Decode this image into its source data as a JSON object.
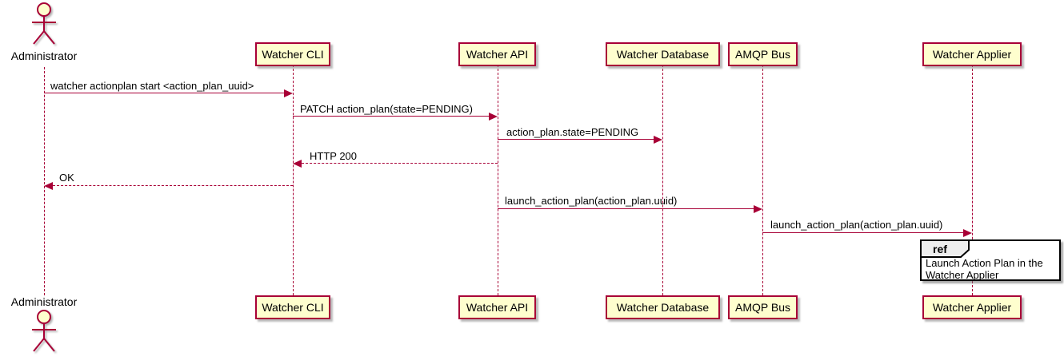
{
  "diagram": {
    "type": "plantuml-sequence",
    "colors": {
      "participant_fill": "#FEFECE",
      "participant_border": "#A80036",
      "arrow": "#A80036",
      "lifeline": "#A80036",
      "text": "#000000",
      "ref_border": "#000000",
      "ref_tab_fill": "#EEEEEE",
      "background": "#FFFFFF"
    },
    "actor": {
      "name": "Administrator"
    },
    "participants": [
      {
        "name": "Watcher CLI"
      },
      {
        "name": "Watcher API"
      },
      {
        "name": "Watcher Database"
      },
      {
        "name": "AMQP Bus"
      },
      {
        "name": "Watcher Applier"
      }
    ],
    "messages": [
      {
        "from": "Administrator",
        "to": "Watcher CLI",
        "style": "solid",
        "label": "watcher actionplan start <action_plan_uuid>"
      },
      {
        "from": "Watcher CLI",
        "to": "Watcher API",
        "style": "solid",
        "label": "PATCH action_plan(state=PENDING)"
      },
      {
        "from": "Watcher API",
        "to": "Watcher Database",
        "style": "solid",
        "label": "action_plan.state=PENDING"
      },
      {
        "from": "Watcher API",
        "to": "Watcher CLI",
        "style": "dashed",
        "label": "HTTP 200"
      },
      {
        "from": "Watcher CLI",
        "to": "Administrator",
        "style": "dashed",
        "label": "OK"
      },
      {
        "from": "Watcher API",
        "to": "AMQP Bus",
        "style": "solid",
        "label": "launch_action_plan(action_plan.uuid)"
      },
      {
        "from": "AMQP Bus",
        "to": "Watcher Applier",
        "style": "solid",
        "label": "launch_action_plan(action_plan.uuid)"
      }
    ],
    "ref": {
      "keyword": "ref",
      "text_line1": "Launch Action Plan in the",
      "text_line2": "Watcher Applier"
    }
  }
}
